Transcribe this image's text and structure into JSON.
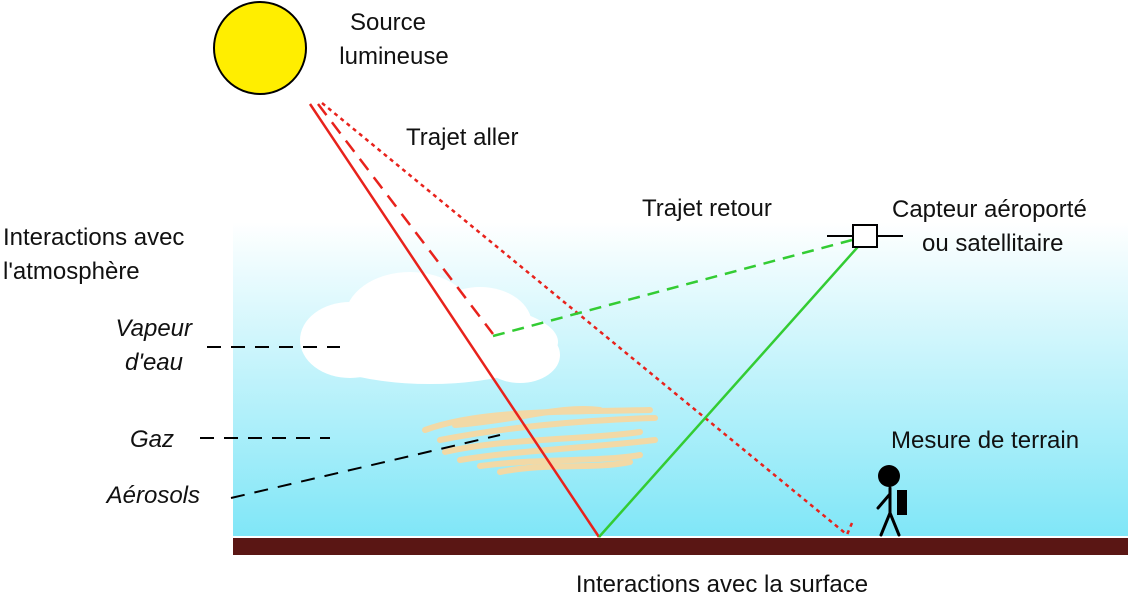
{
  "labels": {
    "source_line1": "Source",
    "source_line2": "lumineuse",
    "outbound_path": "Trajet aller",
    "return_path": "Trajet retour",
    "sensor_line1": "Capteur aéroporté",
    "sensor_line2": "ou satellitaire",
    "atmosphere_line1": "Interactions avec",
    "atmosphere_line2": "l'atmosphère",
    "vapor_line1": "Vapeur",
    "vapor_line2": "d'eau",
    "gas": "Gaz",
    "aerosols": "Aérosols",
    "field_measurement": "Mesure de terrain",
    "surface": "Interactions avec la surface"
  },
  "colors": {
    "sky_top": "#ffffff",
    "sky_bottom": "#7fe6f7",
    "sun": "#ffee00",
    "outbound": "#e8221c",
    "return": "#33cc33",
    "ground": "#5a1614",
    "gas": "#f2d9a6",
    "cloud": "#ffffff",
    "leader": "#000000"
  },
  "icons": [
    "sun-icon",
    "cloud-icon",
    "gas-haze-icon",
    "sensor-icon",
    "person-icon"
  ]
}
